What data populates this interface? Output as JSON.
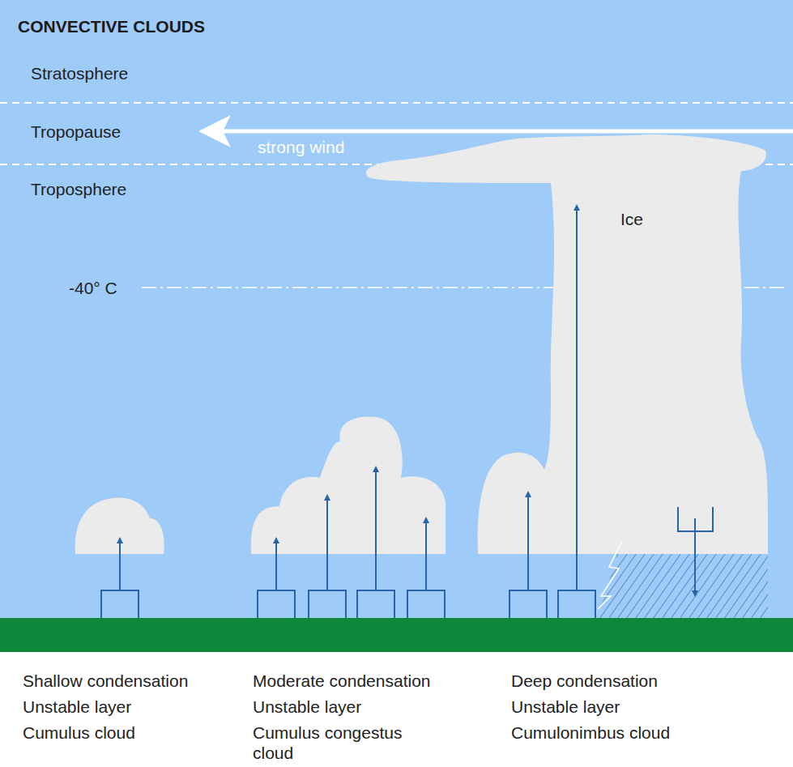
{
  "diagram": {
    "title": "CONVECTIVE CLOUDS",
    "labels": [
      "Stratosphere",
      "Tropopause",
      "Troposphere",
      "strong wind",
      "-40° C",
      "Ice",
      "Shallow condensation",
      "Unstable layer",
      "Cumulus cloud",
      "Moderate condensation",
      "Unstable layer",
      "Cumulus congestus cloud",
      "Deep condensation",
      "Unstable layer",
      "Cumulonimbus cloud"
    ]
  }
}
